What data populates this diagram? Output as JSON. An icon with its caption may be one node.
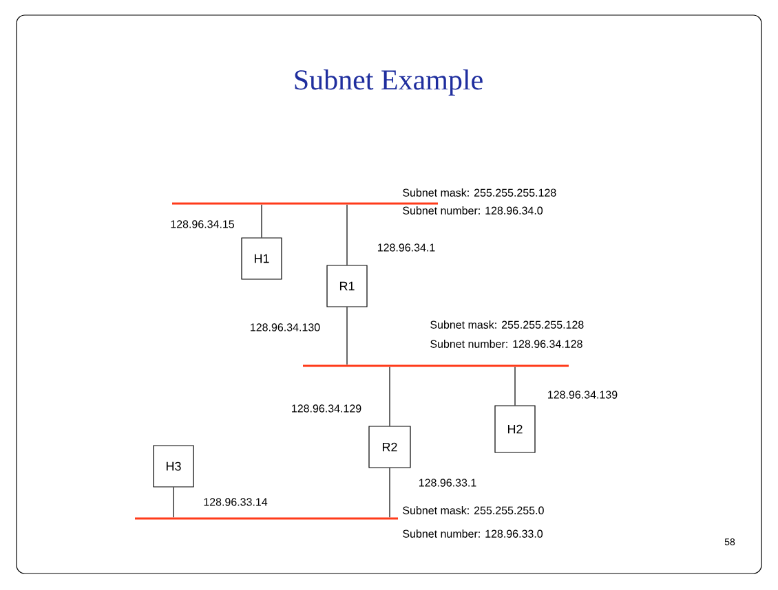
{
  "diagram": {
    "title": "Subnet Example",
    "nodes": [
      {
        "text": [],
        "shape": "bar",
        "beside": [
          "Subnet mask: 255.255.255.128",
          "Subnet number: 128.96.34.0"
        ]
      },
      {
        "text": [
          "H1"
        ]
      },
      {
        "text": [
          "R1"
        ]
      },
      {
        "text": [],
        "shape": "bar",
        "beside": [
          "Subnet mask: 255.255.255.128",
          "Subnet number: 128.96.34.128"
        ]
      },
      {
        "text": [
          "R2"
        ]
      },
      {
        "text": [
          "H2"
        ]
      },
      {
        "text": [
          "H3"
        ]
      },
      {
        "text": [],
        "shape": "bar",
        "beside": [
          "Subnet mask: 255.255.255.0",
          "Subnet number: 128.96.33.0"
        ]
      }
    ],
    "edges": [
      {
        "from": 0,
        "to": 1,
        "arrow": "none",
        "label": "128.96.34.15"
      },
      {
        "from": 0,
        "to": 2,
        "arrow": "none",
        "label": "128.96.34.1"
      },
      {
        "from": 2,
        "to": 3,
        "arrow": "none",
        "label": "128.96.34.130"
      },
      {
        "from": 3,
        "to": 4,
        "arrow": "none",
        "label": "128.96.34.129"
      },
      {
        "from": 3,
        "to": 5,
        "arrow": "none",
        "label": "128.96.34.139"
      },
      {
        "from": 4,
        "to": 7,
        "arrow": "none",
        "label": "128.96.33.1"
      },
      {
        "from": 6,
        "to": 7,
        "arrow": "none",
        "label": "128.96.33.14"
      }
    ],
    "labels": [
      "58"
    ]
  }
}
